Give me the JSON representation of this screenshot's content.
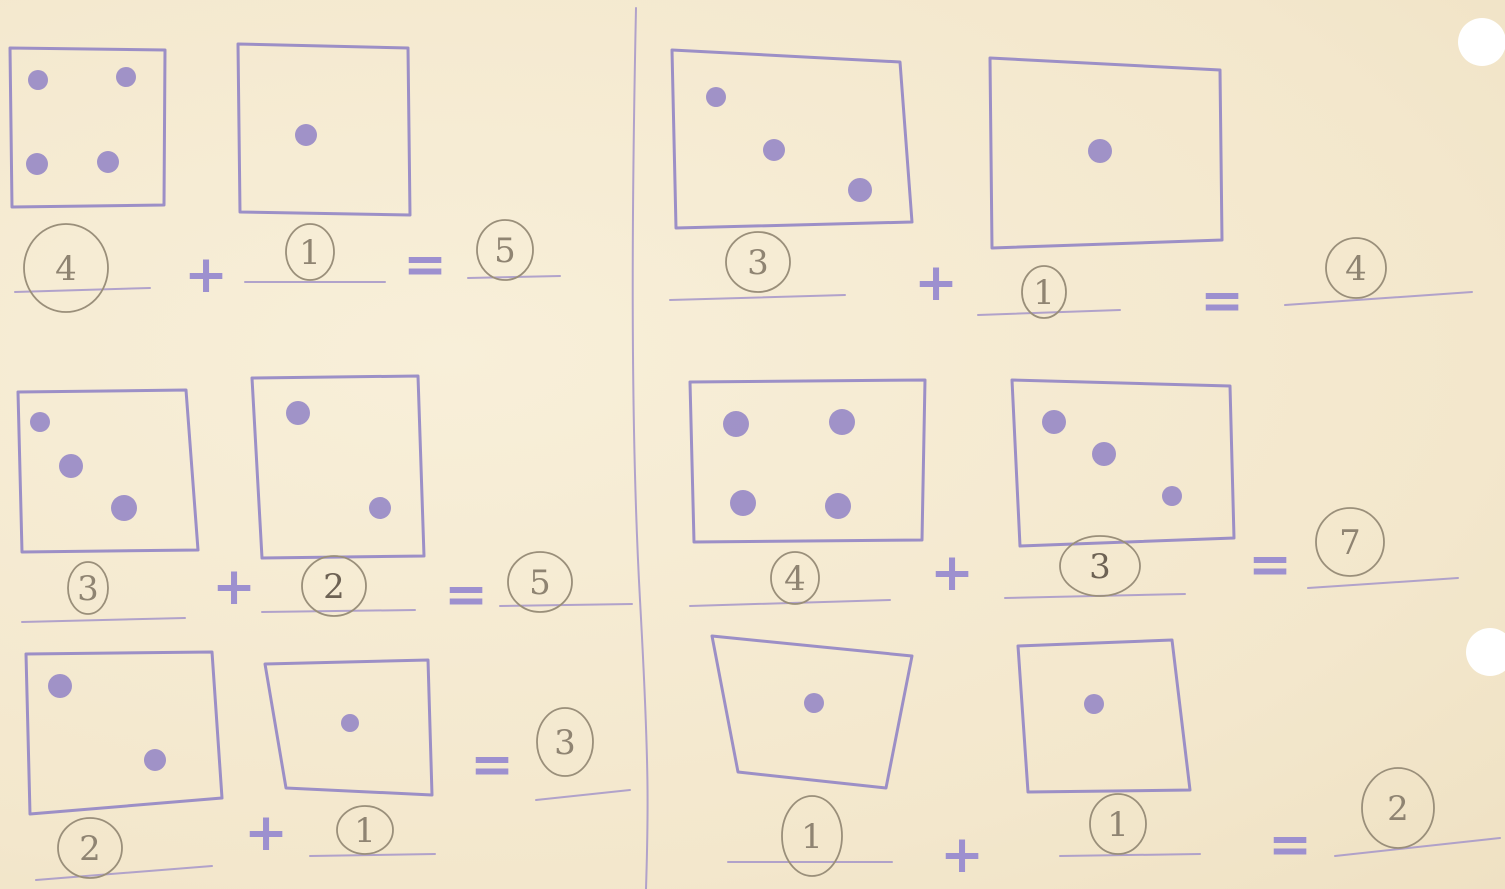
{
  "worksheet": {
    "exercises": [
      {
        "id": "ex1",
        "a": "4",
        "op": "+",
        "b": "1",
        "eq": "=",
        "sum": "5",
        "dots_a": 4,
        "dots_b": 1
      },
      {
        "id": "ex2",
        "a": "3",
        "op": "+",
        "b": "1",
        "eq": "=",
        "sum": "4",
        "dots_a": 3,
        "dots_b": 1
      },
      {
        "id": "ex3",
        "a": "3",
        "op": "+",
        "b": "2",
        "eq": "=",
        "sum": "5",
        "dots_a": 3,
        "dots_b": 2
      },
      {
        "id": "ex4",
        "a": "4",
        "op": "+",
        "b": "3",
        "eq": "=",
        "sum": "7",
        "dots_a": 4,
        "dots_b": 3
      },
      {
        "id": "ex5",
        "a": "2",
        "op": "+",
        "b": "1",
        "eq": "=",
        "sum": "3",
        "dots_a": 2,
        "dots_b": 1
      },
      {
        "id": "ex6",
        "a": "1",
        "op": "+",
        "b": "1",
        "eq": "=",
        "sum": "2",
        "dots_a": 1,
        "dots_b": 1
      }
    ],
    "colors": {
      "paper": "#f6ecd4",
      "pencil": "#8c7fc4",
      "graphite": "#8f8472"
    }
  }
}
